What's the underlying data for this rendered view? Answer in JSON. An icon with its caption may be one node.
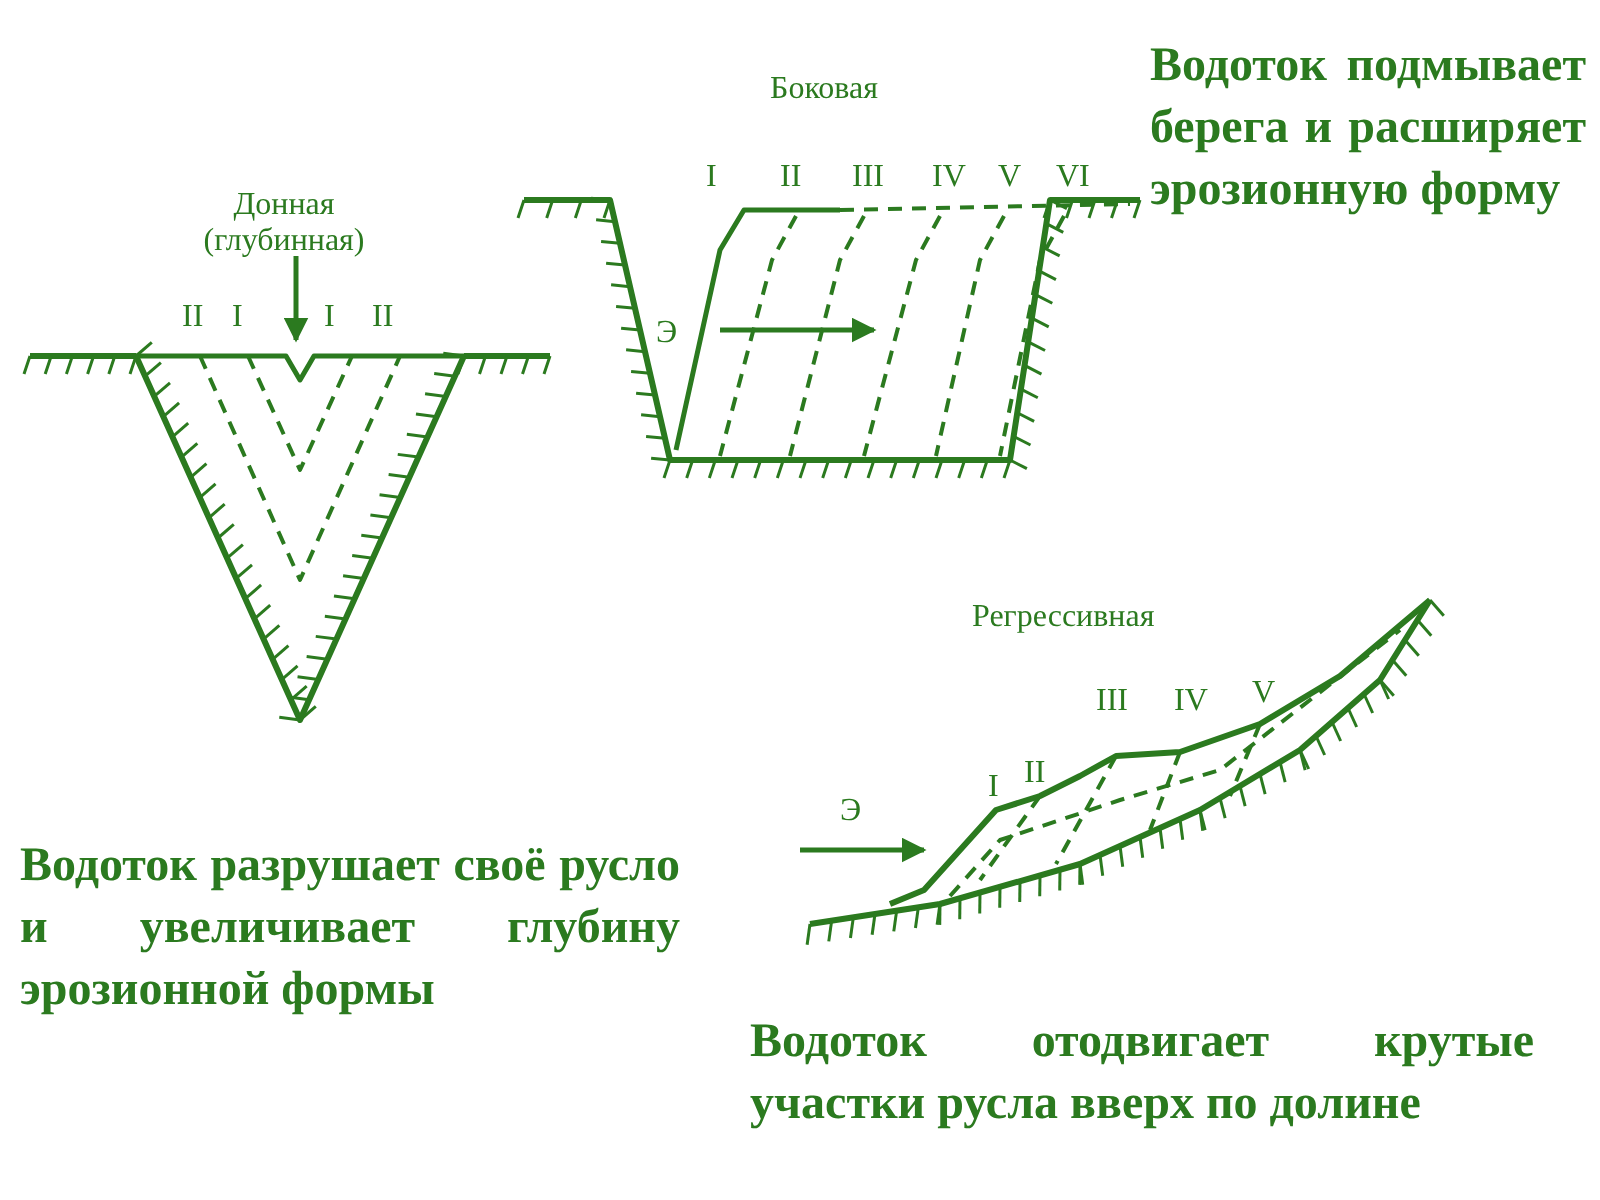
{
  "diagram": {
    "labels": [
      "Боковая",
      "Водоток подмывает берега и расширяет эрозионную форму",
      "Донная (глубинная)",
      "I",
      "II",
      "III",
      "IV",
      "V",
      "VI",
      "Э",
      "II",
      "I",
      "I",
      "II",
      "Регрессивная",
      "III",
      "IV",
      "V",
      "I",
      "II",
      "Э",
      "Водоток разрушает своё русло и увеличивает глубину эрозионной формы",
      "Водоток отодвигает крутые участки русла вверх по долине"
    ]
  }
}
